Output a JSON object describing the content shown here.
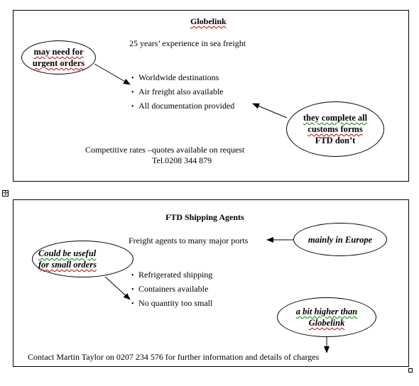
{
  "box1": {
    "title": "Globelink",
    "subtitle": "25 years’ experience in sea freight",
    "bullets": [
      "Worldwide destinations",
      "Air freight also available",
      "All documentation provided"
    ],
    "footer_line1": "Competitive rates –quotes available on request",
    "footer_line2": "Tel.0208 344 879",
    "callout_left": {
      "line1": "may need for",
      "line2": "urgent orders"
    },
    "callout_right": {
      "line1": "they complete all",
      "line2": "customs forms",
      "line3": "FTD don’t"
    }
  },
  "box2": {
    "title": "FTD Shipping Agents",
    "subtitle": "Freight agents to many major ports",
    "bullets": [
      "Refrigerated shipping",
      "Containers available",
      "No quantity too small"
    ],
    "footer": "Contact Martin Taylor on 0207 234 576 for further information and details of charges",
    "callout_top_right": {
      "line1": "mainly in Europe"
    },
    "callout_left": {
      "line1": "Could be useful",
      "line2": "for small orders"
    },
    "callout_bottom_right": {
      "line1": "a bit higher than",
      "line2": "Globelink"
    }
  },
  "table_move_handle": "✛"
}
